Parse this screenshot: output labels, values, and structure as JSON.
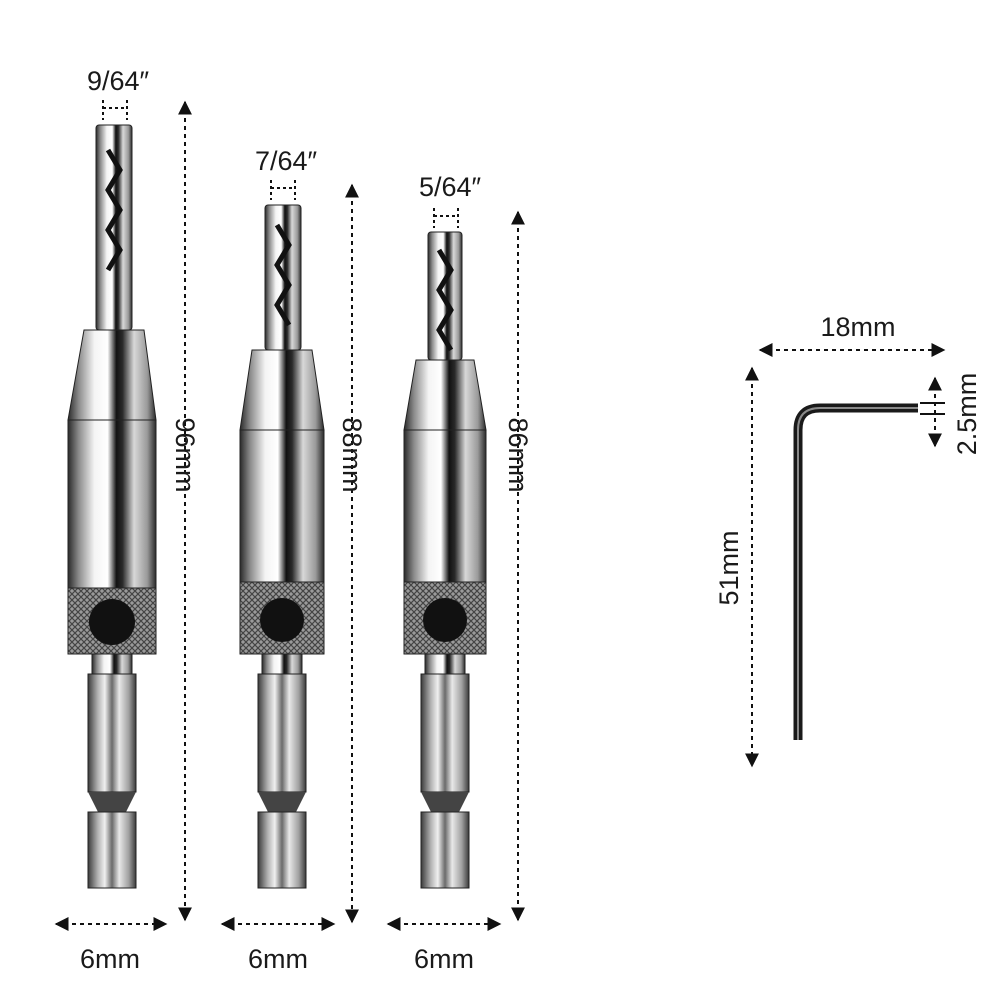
{
  "bits": [
    {
      "tip_size": "9/64″",
      "length": "96mm",
      "shank": "6mm"
    },
    {
      "tip_size": "7/64″",
      "length": "88mm",
      "shank": "6mm"
    },
    {
      "tip_size": "5/64″",
      "length": "86mm",
      "shank": "6mm"
    }
  ],
  "hex_key": {
    "width": "18mm",
    "thickness": "2.5mm",
    "length": "51mm"
  },
  "colors": {
    "steel_dark": "#1a1a1a",
    "steel_light": "#f2f2f2",
    "dimension_line": "#111111"
  }
}
